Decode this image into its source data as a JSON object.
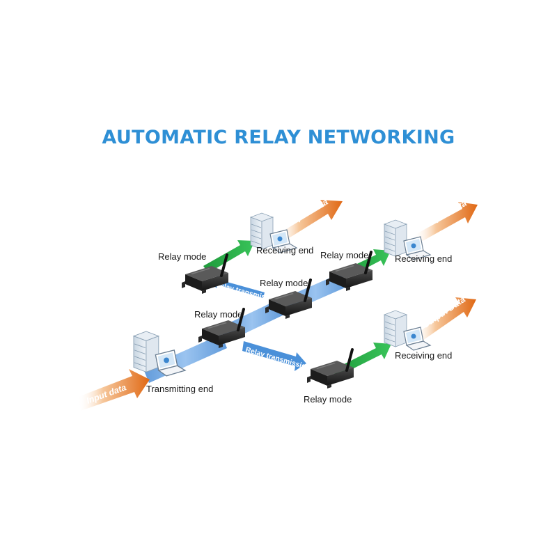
{
  "title": "AUTOMATIC RELAY NETWORKING",
  "labels": {
    "relay_mode_1": "Relay mode",
    "relay_mode_2": "Relay mode",
    "relay_mode_3": "Relay mode",
    "relay_mode_4": "Relay mode",
    "relay_mode_5": "Relay mode",
    "receiving_end_1": "Receiving end",
    "receiving_end_2": "Receiving end",
    "receiving_end_3": "Receiving end",
    "transmitting_end": "Transmitting end"
  },
  "arrows": {
    "input_data": "Input data",
    "output_data_1": "Output Data",
    "output_data_2": "Output Data",
    "output_data_3": "Output Data",
    "relay_transmission_1": "Relay transmission",
    "relay_transmission_2": "Relay transmission"
  },
  "colors": {
    "title": "#2e8fd5",
    "link_blue": "#4a90d9",
    "output_green": "#2bb24c",
    "data_orange": "#e8731c"
  }
}
